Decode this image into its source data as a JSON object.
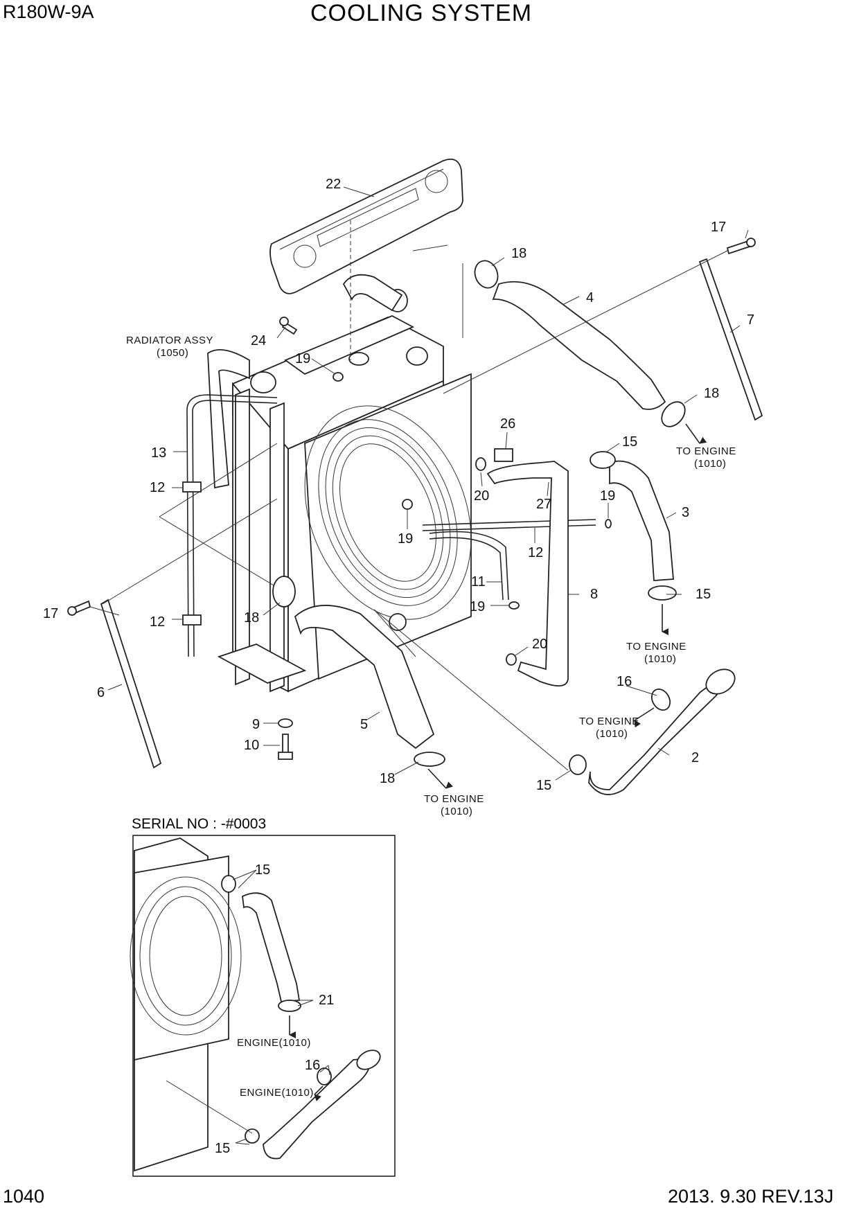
{
  "header": {
    "model": "R180W-9A",
    "title": "COOLING SYSTEM"
  },
  "footer": {
    "page_number": "1040",
    "revision": "2013. 9.30  REV.13J"
  },
  "inset": {
    "serial_label": "SERIAL NO : -#0003"
  },
  "callouts": {
    "c22": "22",
    "c17a": "17",
    "c18a": "18",
    "c4": "4",
    "c7": "7",
    "c24": "24",
    "c19a": "19",
    "c18b": "18",
    "c13": "13",
    "c26": "26",
    "c15a": "15",
    "c12a": "12",
    "c20a": "20",
    "c27": "27",
    "c19b": "19",
    "c3": "3",
    "c19c": "19",
    "c12b": "12",
    "c11": "11",
    "c15b": "15",
    "c17b": "17",
    "c18c": "18",
    "c12c": "12",
    "c8": "8",
    "c19d": "19",
    "c20b": "20",
    "c6": "6",
    "c16": "16",
    "c9": "9",
    "c5": "5",
    "c10": "10",
    "c2": "2",
    "c18d": "18",
    "c15c": "15",
    "i15a": "15",
    "i21": "21",
    "i16": "16",
    "i15b": "15"
  },
  "notes": {
    "radiator_assy": "RADIATOR ASSY",
    "radiator_ref": "(1050)",
    "to_engine_1": "TO ENGINE",
    "to_engine_1_ref": "(1010)",
    "to_engine_2": "TO ENGINE",
    "to_engine_2_ref": "(1010)",
    "to_engine_3": "TO ENGINE",
    "to_engine_3_ref": "(1010)",
    "to_engine_4": "TO ENGINE",
    "to_engine_4_ref": "(1010)",
    "engine_a": "ENGINE(1010)",
    "engine_b": "ENGINE(1010)"
  }
}
